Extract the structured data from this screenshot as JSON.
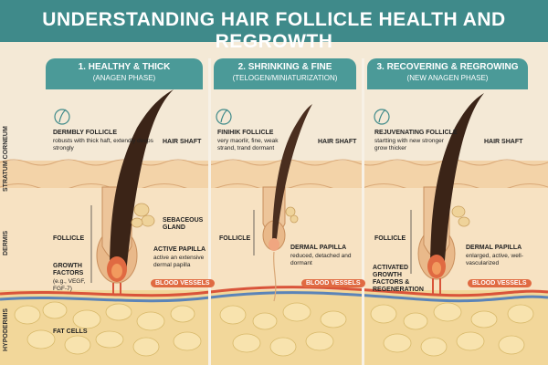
{
  "title": "UNDERSTANDING HAIR FOLLICLE HEALTH AND REGROWTH",
  "colors": {
    "banner": "#3f8a8a",
    "panel_head": "#4b9a98",
    "skin_top": "#f3d3a8",
    "dermis": "#f7e2c2",
    "hypodermis": "#f2d79a",
    "hair": "#3b2417",
    "papilla": "#e06a42",
    "vessel_red": "#d9543a",
    "vessel_blue": "#5b84b8"
  },
  "side_labels": {
    "stratum": "STRATUM CORNEUM",
    "dermis": "DERMIS",
    "hypodermis": "HYPODERMIS"
  },
  "panels": [
    {
      "heading": "1. HEALTHY & THICK",
      "subheading": "(ANAGEN PHASE)",
      "intro_title": "DERMBLY FOLLICLE",
      "intro_text": "robusts with thick haft, extendly deeps strongly",
      "hair_shaft": "HAIR SHAFT",
      "follicle": "FOLLICLE",
      "sebaceous": "SEBACEOUS GLAND",
      "papilla_title": "ACTIVE PAPILLA",
      "papilla_text": "active an extensive dermal papilla",
      "growth_title": "GROWTH FACTORS",
      "growth_text": "(e.g., VEGF, FGF-7)",
      "vessels": "BLOOD VESSELS",
      "fat": "FAT CELLS"
    },
    {
      "heading": "2. SHRINKING & FINE",
      "subheading": "(TELOGEN/MINIATURIZATION)",
      "intro_title": "FINIHIK FOLLICLE",
      "intro_text": "very maorlir, fine, weak strand, trand dormant",
      "hair_shaft": "HAIR SHAFT",
      "follicle": "FOLLICLE",
      "papilla_title": "DERMAL PAPILLA",
      "papilla_text": "reduced, detached and dormant",
      "vessels": "BLOOD VESSELS"
    },
    {
      "heading": "3. RECOVERING & REGROWING",
      "subheading": "(NEW ANAGEN PHASE)",
      "intro_title": "REJUVENATING FOLLICLE",
      "intro_text": "startting with new stronger grow thicker",
      "hair_shaft": "HAIR SHAFT",
      "follicle": "FOLLICLE",
      "papilla_title": "DERMAL PAPILLA",
      "papilla_text": "enlarged, active, well-vascularized",
      "growth_title": "ACTIVATED GROWTH FACTORS & REGENERATION",
      "vessels": "BLOOD VESSELS"
    }
  ]
}
